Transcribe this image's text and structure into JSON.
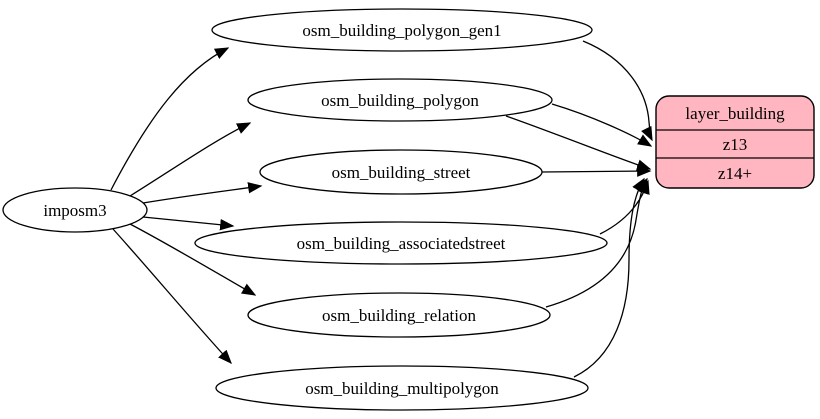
{
  "diagram": {
    "type": "etl-graph",
    "source_node": {
      "label": "imposm3"
    },
    "tables": [
      {
        "label": "osm_building_polygon_gen1"
      },
      {
        "label": "osm_building_polygon"
      },
      {
        "label": "osm_building_street"
      },
      {
        "label": "osm_building_associatedstreet"
      },
      {
        "label": "osm_building_relation"
      },
      {
        "label": "osm_building_multipolygon"
      }
    ],
    "layer_node": {
      "title": "layer_building",
      "rows": [
        {
          "label": "z13"
        },
        {
          "label": "z14+"
        }
      ]
    },
    "edges": [
      {
        "from": "imposm3",
        "to": "osm_building_polygon_gen1"
      },
      {
        "from": "imposm3",
        "to": "osm_building_polygon"
      },
      {
        "from": "imposm3",
        "to": "osm_building_street"
      },
      {
        "from": "imposm3",
        "to": "osm_building_associatedstreet"
      },
      {
        "from": "imposm3",
        "to": "osm_building_relation"
      },
      {
        "from": "imposm3",
        "to": "osm_building_multipolygon"
      },
      {
        "from": "osm_building_polygon_gen1",
        "to": "layer_building.z13"
      },
      {
        "from": "osm_building_polygon",
        "to": "layer_building.z13"
      },
      {
        "from": "osm_building_polygon",
        "to": "layer_building.z14+"
      },
      {
        "from": "osm_building_street",
        "to": "layer_building.z14+"
      },
      {
        "from": "osm_building_associatedstreet",
        "to": "layer_building.z14+"
      },
      {
        "from": "osm_building_relation",
        "to": "layer_building.z14+"
      },
      {
        "from": "osm_building_multipolygon",
        "to": "layer_building.z14+"
      }
    ],
    "colors": {
      "background": "#ffffff",
      "table_fill": "#ffffff",
      "layer_fill": "#ffb6c1",
      "stroke": "#000000",
      "text": "#000000"
    }
  }
}
